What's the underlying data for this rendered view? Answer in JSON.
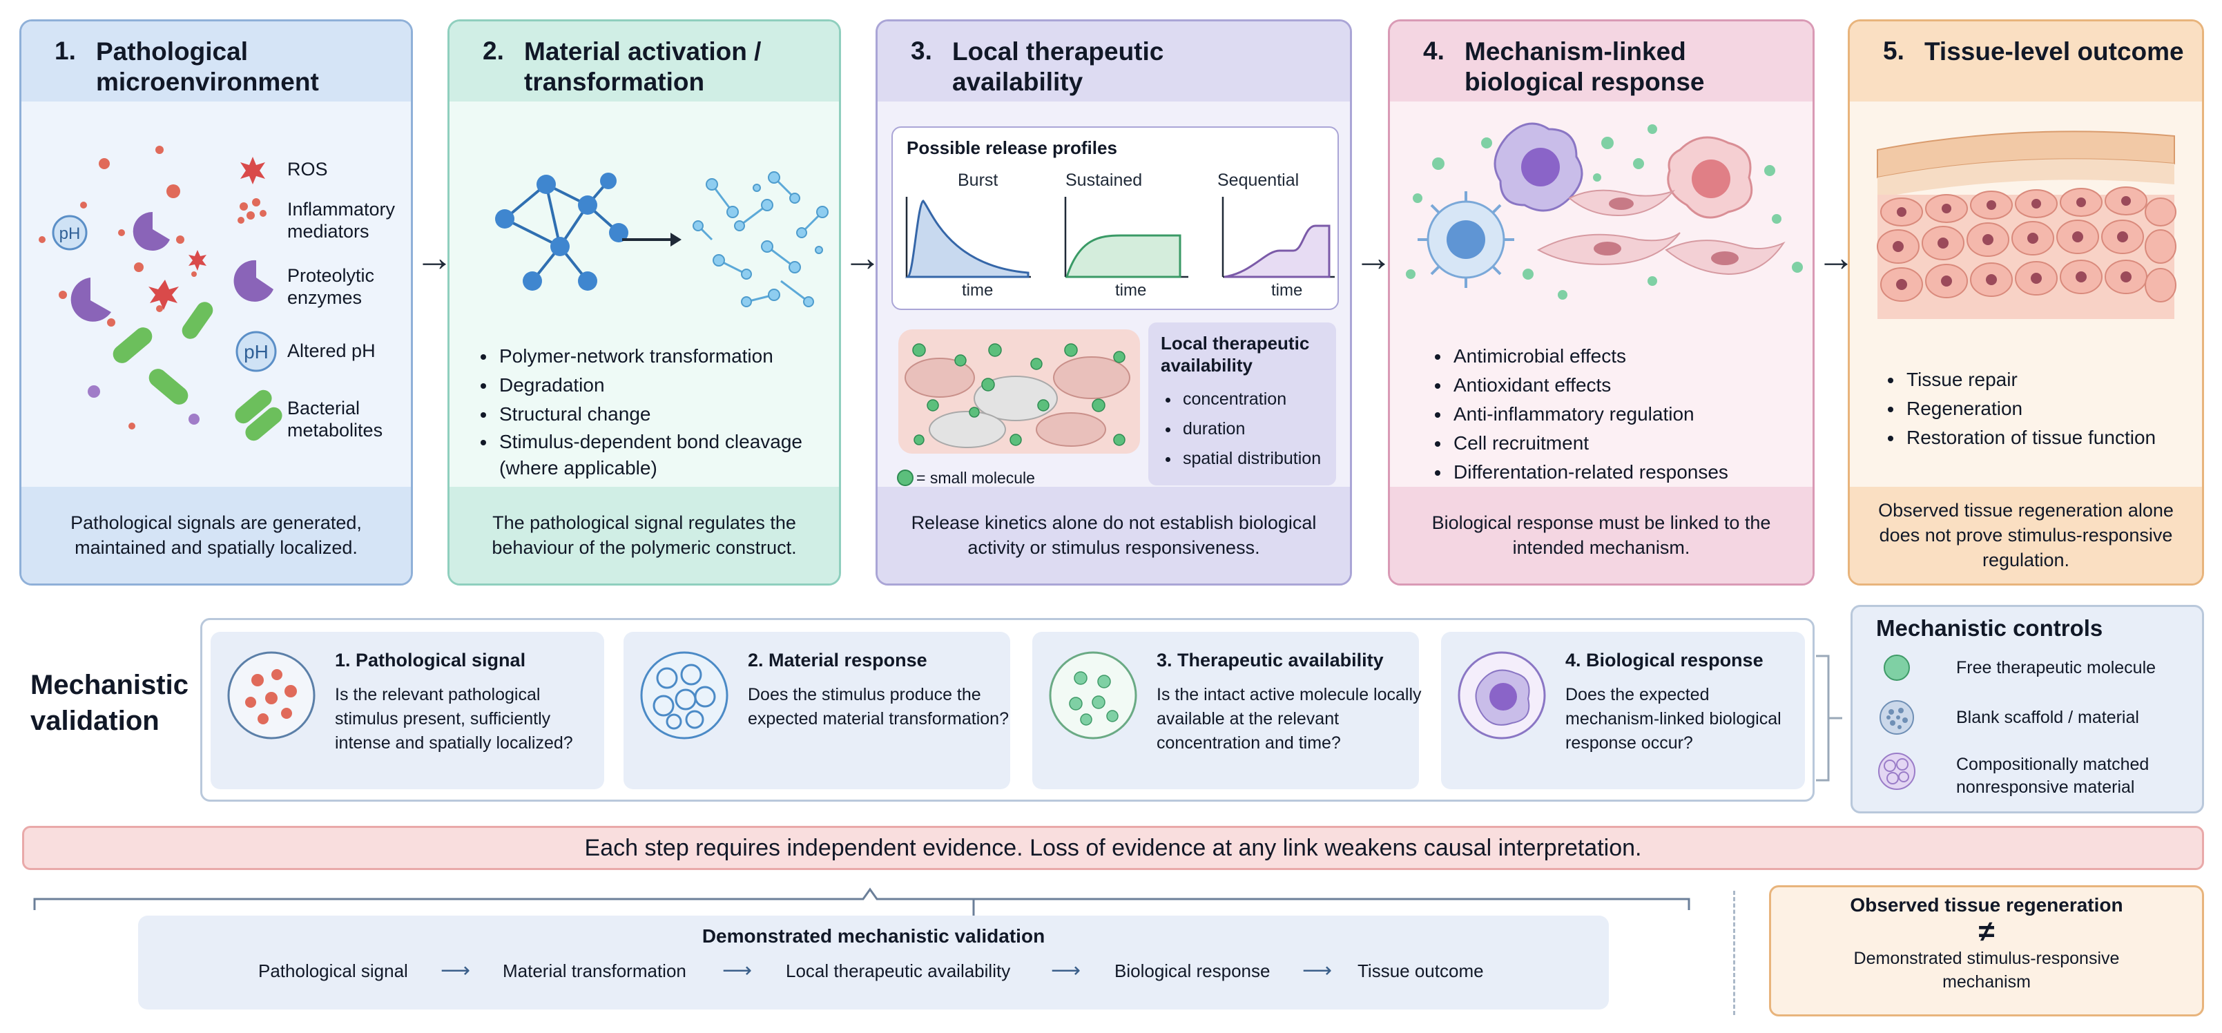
{
  "panels": [
    {
      "num": "1.",
      "title": "Pathological microenvironment",
      "legend": [
        "ROS",
        "Inflammatory mediators",
        "Proteolytic enzymes",
        "Altered pH",
        "Bacterial metabolites"
      ],
      "ph_label": "pH",
      "footer": "Pathological signals are generated, maintained and spatially localized."
    },
    {
      "num": "2.",
      "title": "Material activation / transformation",
      "bullets": [
        "Polymer-network transformation",
        "Degradation",
        "Structural change",
        "Stimulus-dependent bond cleavage (where applicable)"
      ],
      "footer": "The pathological signal regulates the behaviour of the polymeric construct."
    },
    {
      "num": "3.",
      "title": "Local therapeutic availability",
      "profiles_title": "Possible release profiles",
      "profiles": [
        "Burst",
        "Sustained",
        "Sequential"
      ],
      "time_label": "time",
      "availability_title": "Local therapeutic availability",
      "availability_items": [
        "concentration",
        "duration",
        "spatial distribution"
      ],
      "small_molecule_legend": "= small molecule",
      "footer": "Release kinetics alone do not establish biological activity or stimulus responsiveness."
    },
    {
      "num": "4.",
      "title": "Mechanism-linked biological response",
      "bullets": [
        "Antimicrobial effects",
        "Antioxidant effects",
        "Anti-inflammatory regulation",
        "Cell recruitment",
        "Differentation-related responses"
      ],
      "footer": "Biological response must be linked to the intended mechanism."
    },
    {
      "num": "5.",
      "title": "Tissue-level outcome",
      "bullets": [
        "Tissue repair",
        "Regeneration",
        "Restoration of tissue function"
      ],
      "footer": "Observed tissue regeneration alone does not prove stimulus-responsive regulation."
    }
  ],
  "validation": {
    "heading": "Mechanistic validation",
    "cards": [
      {
        "title": "1. Pathological signal",
        "question": "Is the relevant pathological stimulus present, sufficiently intense and spatially localized?"
      },
      {
        "title": "2. Material response",
        "question": "Does the stimulus produce the expected material transformation?"
      },
      {
        "title": "3. Therapeutic availability",
        "question": "Is the intact active molecule locally available at the relevant concentration and time?"
      },
      {
        "title": "4. Biological response",
        "question": "Does the expected mechanism-linked biological response occur?"
      }
    ]
  },
  "controls": {
    "title": "Mechanistic controls",
    "items": [
      "Free therapeutic molecule",
      "Blank scaffold / material",
      "Compositionally matched nonresponsive material"
    ]
  },
  "banner": "Each step requires independent evidence. Loss of evidence at any link weakens causal interpretation.",
  "demonstrated": {
    "title": "Demonstrated mechanistic validation",
    "steps": [
      "Pathological signal",
      "Material transformation",
      "Local therapeutic availability",
      "Biological response",
      "Tissue outcome"
    ]
  },
  "observed": {
    "title": "Observed tissue regeneration",
    "symbol": "≠",
    "text": "Demonstrated stimulus-responsive mechanism"
  },
  "colors": {
    "p1_bg": "#eef4fc",
    "p1_head": "#d5e4f6",
    "p1_border": "#8fb0d8",
    "p2_bg": "#eefaf6",
    "p2_head": "#d0eee5",
    "p2_border": "#8fcfbe",
    "p3_bg": "#f1f0fa",
    "p3_head": "#dddbf2",
    "p3_border": "#aaa5d6",
    "p4_bg": "#fcf0f4",
    "p4_head": "#f4d6e2",
    "p4_border": "#d99ab5",
    "p5_bg": "#fdf4ea",
    "p5_head": "#fadfc2",
    "p5_border": "#e8b47c",
    "banner_bg": "#f9dede",
    "banner_border": "#e9a9a9"
  }
}
